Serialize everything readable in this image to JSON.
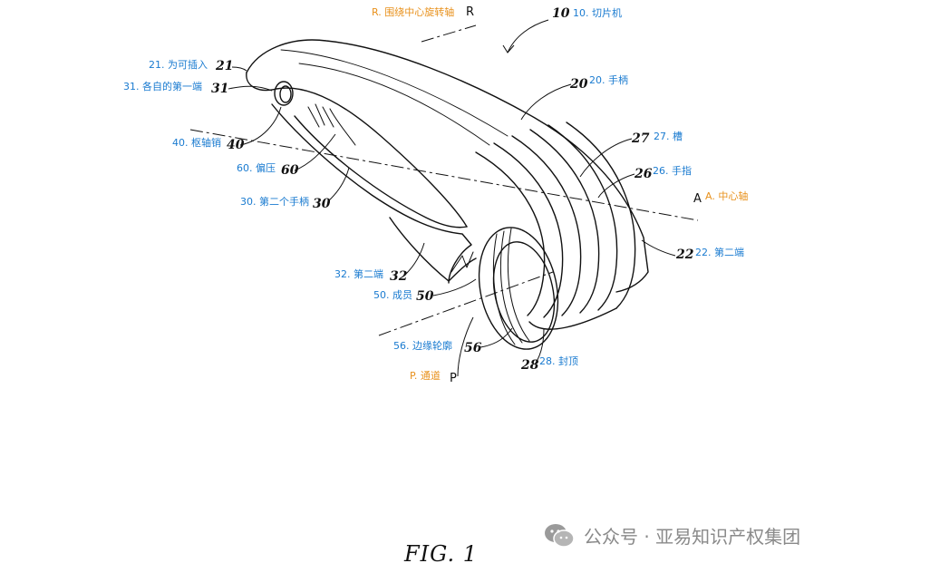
{
  "figure": {
    "caption": "FIG. 1",
    "watermark": "公众号 · 亚易知识产权集团",
    "watermark_icon": "wechat-icon"
  },
  "annotations": [
    {
      "id": "R",
      "text": "R. 围绕中心旋转轴",
      "color": "#e8911c"
    },
    {
      "id": "10",
      "text": "10. 切片机",
      "color": "#1a7bd0"
    },
    {
      "id": "21",
      "text": "21. 为可插入",
      "color": "#1a7bd0"
    },
    {
      "id": "31",
      "text": "31. 各自的第一端",
      "color": "#1a7bd0"
    },
    {
      "id": "20",
      "text": "20. 手柄",
      "color": "#1a7bd0"
    },
    {
      "id": "27",
      "text": "27. 槽",
      "color": "#1a7bd0"
    },
    {
      "id": "40",
      "text": "40. 枢轴销",
      "color": "#1a7bd0"
    },
    {
      "id": "26",
      "text": "26. 手指",
      "color": "#1a7bd0"
    },
    {
      "id": "60",
      "text": "60. 偏压",
      "color": "#1a7bd0"
    },
    {
      "id": "A",
      "text": "A. 中心轴",
      "color": "#e8911c"
    },
    {
      "id": "30",
      "text": "30. 第二个手柄",
      "color": "#1a7bd0"
    },
    {
      "id": "22",
      "text": "22. 第二端",
      "color": "#1a7bd0"
    },
    {
      "id": "32",
      "text": "32. 第二端",
      "color": "#1a7bd0"
    },
    {
      "id": "50",
      "text": "50. 成员",
      "color": "#1a7bd0"
    },
    {
      "id": "56",
      "text": "56. 边缘轮廓",
      "color": "#1a7bd0"
    },
    {
      "id": "28",
      "text": "28. 封顶",
      "color": "#1a7bd0"
    },
    {
      "id": "P",
      "text": "P. 通道",
      "color": "#e8911c"
    }
  ],
  "reference_numerals": {
    "R": "R",
    "n10": "10",
    "n21": "21",
    "n31": "31",
    "n20": "20",
    "n27": "27",
    "n40": "40",
    "n26": "26",
    "n60": "60",
    "A": "A",
    "n30": "30",
    "n22": "22",
    "n32": "32",
    "n50": "50",
    "n56": "56",
    "n28": "28",
    "P": "P"
  }
}
